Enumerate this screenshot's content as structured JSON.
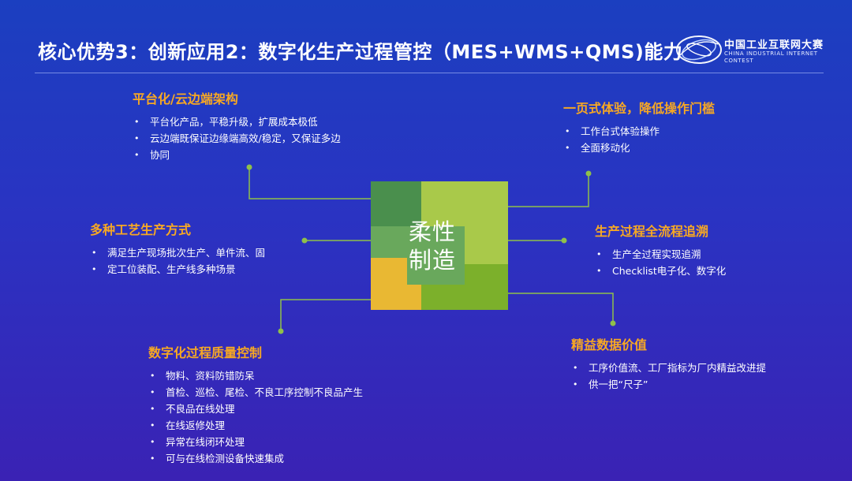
{
  "title": "核心优势3：创新应用2：数字化生产过程管控（MES+WMS+QMS)能力",
  "logo": {
    "cn": "中国工业互联网大赛",
    "en": "CHINA INDUSTRIAL INTERNET CONTEST"
  },
  "center": {
    "line1": "柔性",
    "line2": "制造"
  },
  "colors": {
    "heading": "#f7a823",
    "connector": "#8fc04a",
    "dark_green": "#4a8f4d",
    "mid_green": "#69a85c",
    "light_green": "#a9c94a",
    "bright_green": "#7cb02b",
    "yellow": "#e9b833"
  },
  "blocks": [
    {
      "heading": "平台化/云边端架构",
      "items": [
        "平台化产品，平稳升级，扩展成本极低",
        "云边端既保证边缘端高效/稳定，又保证多边",
        "协同"
      ]
    },
    {
      "heading": "一页式体验，降低操作门槛",
      "items": [
        "工作台式体验操作",
        "全面移动化"
      ]
    },
    {
      "heading": "多种工艺生产方式",
      "items": [
        "满足生产现场批次生产、单件流、固",
        "定工位装配、生产线多种场景"
      ]
    },
    {
      "heading": "生产过程全流程追溯",
      "items": [
        "生产全过程实现追溯",
        "Checklist电子化、数字化"
      ]
    },
    {
      "heading": "数字化过程质量控制",
      "items": [
        "物料、资料防错防呆",
        "首检、巡检、尾检、不良工序控制不良品产生",
        "不良品在线处理",
        "在线返修处理",
        "异常在线闭环处理",
        "可与在线检测设备快速集成"
      ]
    },
    {
      "heading": "精益数据价值",
      "items": [
        "工序价值流、工厂指标为厂内精益改进提",
        "供一把“尺子”"
      ]
    }
  ]
}
